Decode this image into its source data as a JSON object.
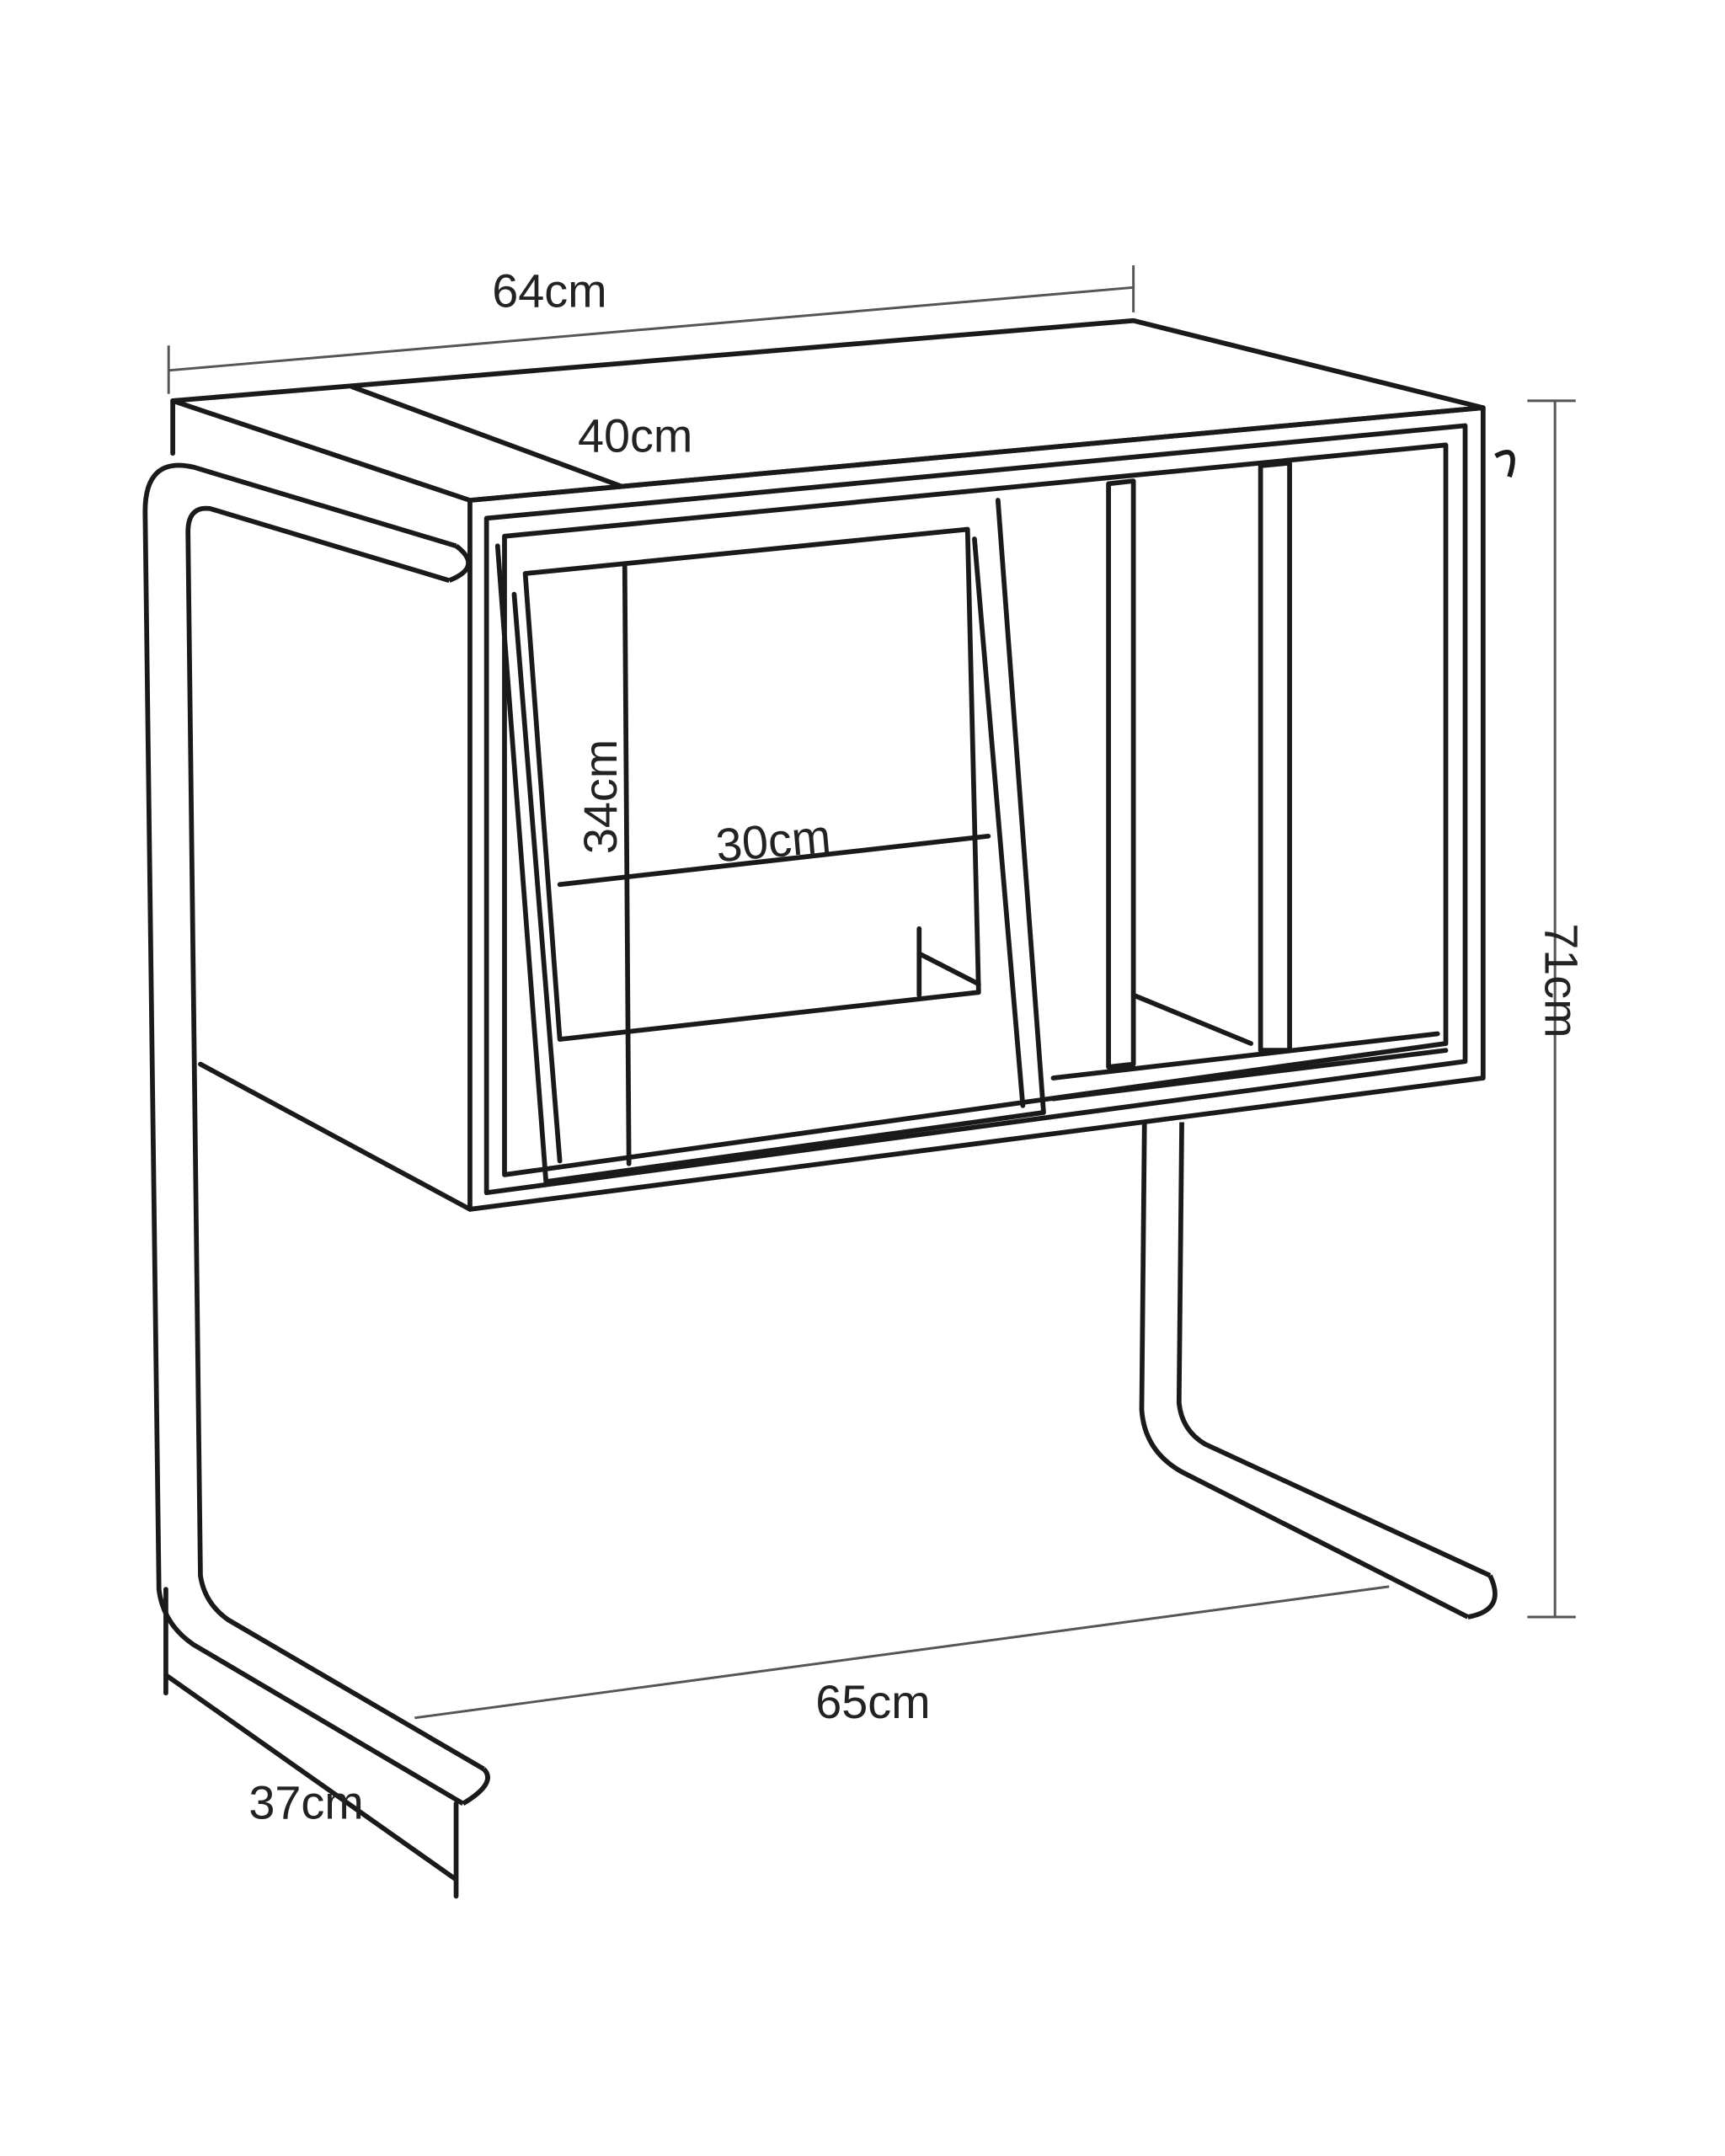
{
  "title": "Record storage side table dimensions",
  "dimensions": {
    "width_top": "64cm",
    "depth_top": "40cm",
    "height_total": "71cm",
    "record_height": "34cm",
    "record_width": "30cm",
    "base_width": "65cm",
    "base_depth": "37cm"
  },
  "colors": {
    "line": "#1a1a1a",
    "background": "#ffffff"
  }
}
